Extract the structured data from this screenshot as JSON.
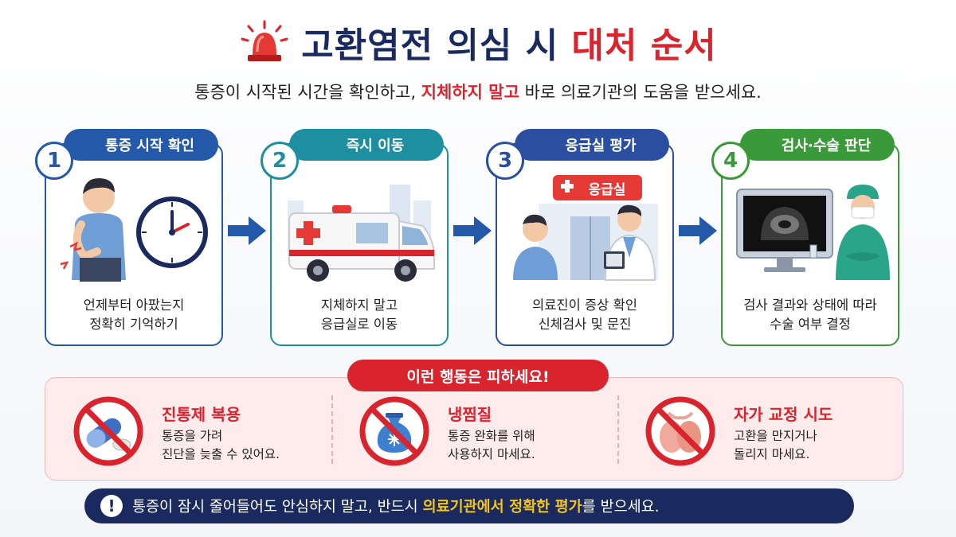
{
  "header": {
    "title_part1": "고환염전 의심 시",
    "title_part2": "대처 순서",
    "subtitle_part1": "통증이 시작된 시간을 확인하고,",
    "subtitle_highlight": "지체하지 말고",
    "subtitle_part2": "바로 의료기관의 도움을 받으세요."
  },
  "steps": [
    {
      "num": "1",
      "label": "통증 시작 확인",
      "caption_line1": "언제부터 아팠는지",
      "caption_line2": "정확히 기억하기"
    },
    {
      "num": "2",
      "label": "즉시 이동",
      "caption_line1": "지체하지 말고",
      "caption_line2": "응급실로 이동"
    },
    {
      "num": "3",
      "label": "응급실 평가",
      "sign": "응급실",
      "caption_line1": "의료진이 증상 확인",
      "caption_line2": "신체검사 및 문진"
    },
    {
      "num": "4",
      "label": "검사·수술 판단",
      "caption_line1": "검사 결과와 상태에 따라",
      "caption_line2": "수술 여부 결정"
    }
  ],
  "avoid": {
    "title": "이런 행동은 피하세요!",
    "items": [
      {
        "heading": "진통제 복용",
        "line1": "통증을 가려",
        "line2": "진단을 늦출 수 있어요.",
        "icon": "pill-icon"
      },
      {
        "heading": "냉찜질",
        "line1": "통증 완화를 위해",
        "line2": "사용하지 마세요.",
        "icon": "ice-pack-icon"
      },
      {
        "heading": "자가 교정 시도",
        "line1": "고환을 만지거나",
        "line2": "돌리지 마세요.",
        "icon": "testicle-icon"
      }
    ]
  },
  "bottom": {
    "part1": "통증이 잠시 줄어들어도 안심하지 말고, 반드시",
    "highlight": "의료기관에서 정확한 평가",
    "part2": "를 받으세요."
  },
  "colors": {
    "navy": "#1a2a5e",
    "red": "#d9232d",
    "step1": "#2458a8",
    "step2": "#1d8fa0",
    "step3": "#2a4fa0",
    "step4": "#3a9a3a",
    "yellow": "#f5c518"
  }
}
